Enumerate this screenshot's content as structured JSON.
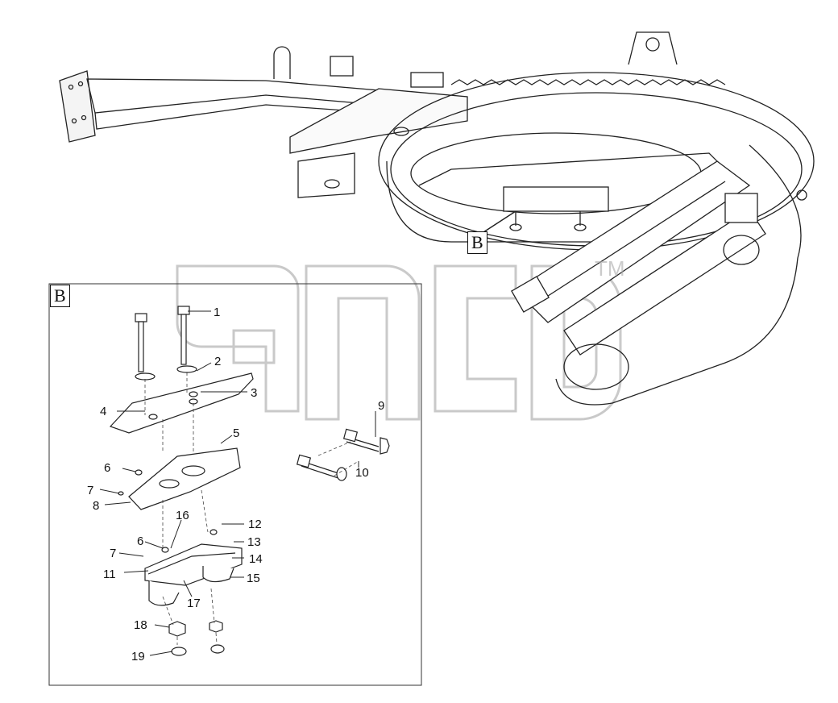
{
  "view_label": "B",
  "detail_label": "B",
  "watermark_mark": "TM",
  "callouts": [
    {
      "id": "1",
      "text": "1"
    },
    {
      "id": "2",
      "text": "2"
    },
    {
      "id": "3",
      "text": "3"
    },
    {
      "id": "4",
      "text": "4"
    },
    {
      "id": "5",
      "text": "5"
    },
    {
      "id": "6a",
      "text": "6"
    },
    {
      "id": "7a",
      "text": "7"
    },
    {
      "id": "8",
      "text": "8"
    },
    {
      "id": "9",
      "text": "9"
    },
    {
      "id": "10",
      "text": "10"
    },
    {
      "id": "16",
      "text": "16"
    },
    {
      "id": "12",
      "text": "12"
    },
    {
      "id": "6b",
      "text": "6"
    },
    {
      "id": "13",
      "text": "13"
    },
    {
      "id": "7b",
      "text": "7"
    },
    {
      "id": "14",
      "text": "14"
    },
    {
      "id": "11",
      "text": "11"
    },
    {
      "id": "15",
      "text": "15"
    },
    {
      "id": "17",
      "text": "17"
    },
    {
      "id": "18",
      "text": "18"
    },
    {
      "id": "19",
      "text": "19"
    }
  ],
  "colors": {
    "line": "#222222",
    "watermark": "#b5b5b5",
    "background": "#ffffff"
  }
}
